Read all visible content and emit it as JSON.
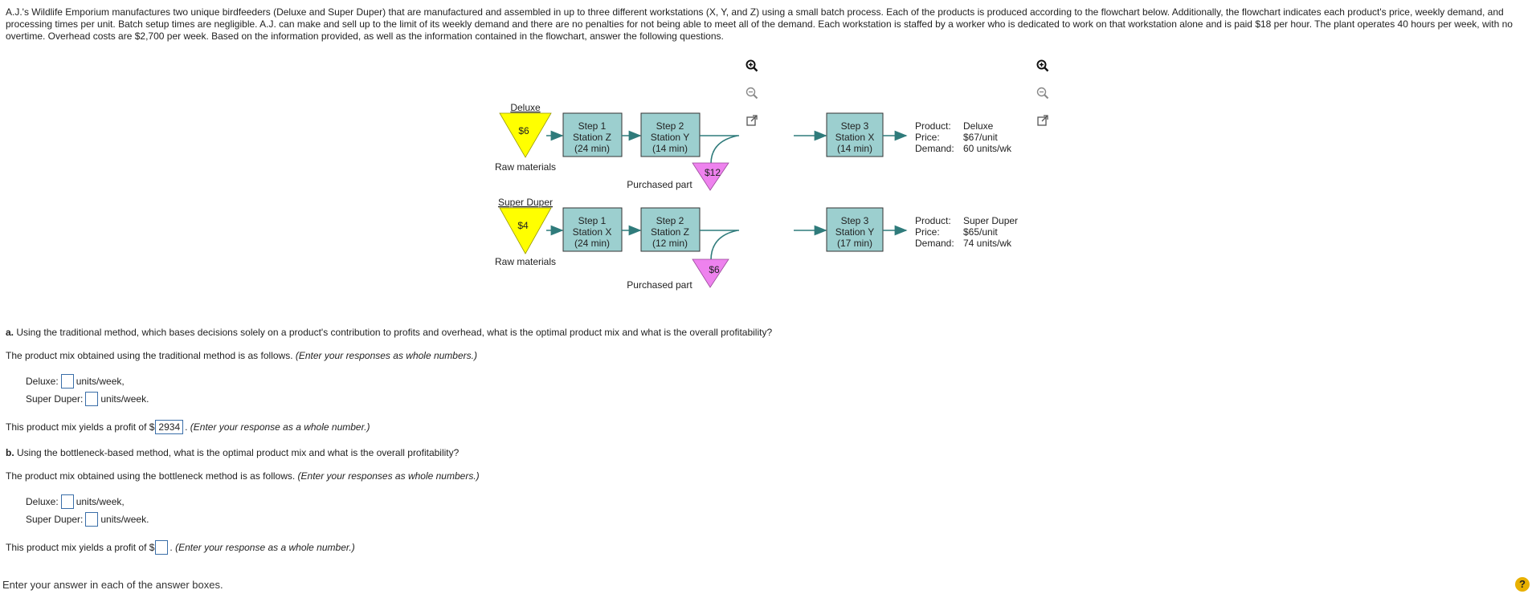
{
  "intro": "A.J.'s Wildlife Emporium manufactures two unique birdfeeders (Deluxe and Super Duper) that are manufactured and assembled in up to three different workstations (X, Y, and Z) using a small batch process. Each of the products is produced according to the flowchart below. Additionally, the flowchart indicates each product's price, weekly demand, and processing times per unit. Batch setup times are negligible. A.J. can make and sell up to the limit of its weekly demand and there are no penalties for not being able to meet all of the demand. Each workstation is staffed by a worker who is dedicated to work on that workstation alone and is paid $18 per hour. The plant operates 40 hours per week, with no overtime. Overhead costs are $2,700 per week. Based on the information provided, as well as the information contained in the flowchart, answer the following questions.",
  "flow": {
    "deluxe": {
      "title": "Deluxe",
      "raw_cost": "$6",
      "raw_label": "Raw materials",
      "step1": [
        "Step 1",
        "Station Z",
        "(24 min)"
      ],
      "step2": [
        "Step 2",
        "Station Y",
        "(14 min)"
      ],
      "step3": [
        "Step 3",
        "Station X",
        "(14 min)"
      ],
      "purchased_cost": "$12",
      "purchased_label": "Purchased part",
      "product_key": "Product:",
      "product_val": "Deluxe",
      "price_key": "Price:",
      "price_val": "$67/unit",
      "demand_key": "Demand:",
      "demand_val": "60 units/wk"
    },
    "super": {
      "title": "Super Duper",
      "raw_cost": "$4",
      "raw_label": "Raw materials",
      "step1": [
        "Step 1",
        "Station X",
        "(24 min)"
      ],
      "step2": [
        "Step 2",
        "Station Z",
        "(12 min)"
      ],
      "step3": [
        "Step 3",
        "Station Y",
        "(17 min)"
      ],
      "purchased_cost": "$6",
      "purchased_label": "Purchased part",
      "product_key": "Product:",
      "product_val": "Super Duper",
      "price_key": "Price:",
      "price_val": "$65/unit",
      "demand_key": "Demand:",
      "demand_val": "74 units/wk"
    }
  },
  "qa": {
    "prefix": "a.",
    "question": " Using the traditional method, which bases decisions solely on a product's contribution to profits and overhead, what is the optimal product mix and what is the overall profitability?",
    "mix_text": "The product mix obtained using the traditional method is as follows. ",
    "mix_hint": "(Enter your responses as whole numbers.)",
    "deluxe_label": "Deluxe:",
    "deluxe_unit": "units/week,",
    "super_label": "Super Duper:",
    "super_unit": "units/week.",
    "profit_text": "This product mix yields a profit of $",
    "profit_value": "2934",
    "profit_hint": "(Enter your response as a whole number.)"
  },
  "qb": {
    "prefix": "b.",
    "question": " Using the bottleneck-based method, what is the optimal product mix and what is the overall profitability?",
    "mix_text": "The product mix obtained using the bottleneck method is as follows. ",
    "mix_hint": "(Enter your responses as whole numbers.)",
    "deluxe_label": "Deluxe:",
    "deluxe_unit": "units/week,",
    "super_label": "Super Duper:",
    "super_unit": "units/week.",
    "profit_text": "This product mix yields a profit of $",
    "profit_hint": "(Enter your response as a whole number.)"
  },
  "footer": "Enter your answer in each of the answer boxes.",
  "help_symbol": "?",
  "icons": [
    "zoom-in-icon",
    "zoom-out-icon",
    "external-link-icon"
  ],
  "colors": {
    "station_fill": "#9ccfcf",
    "arrow": "#2f7b7b",
    "raw_triangle": "#ffff00",
    "purchased_triangle": "#ee82ee",
    "input_border": "#3a6ea8",
    "help_badge": "#e8b000"
  }
}
